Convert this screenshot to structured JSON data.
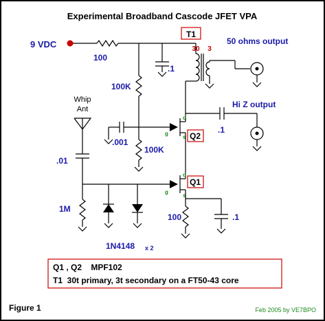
{
  "title": "Experimental Broadband Cascode JFET VPA",
  "supply_label": "9 VDC",
  "components": {
    "r_supply": "100",
    "c_decouple": ".1",
    "r_bias_top": "100K",
    "r_bias_bottom": "100K",
    "c_bias": ".001",
    "c_input": ".01",
    "r_input": "1M",
    "diodes": "1N4148",
    "diode_count": "x 2",
    "r_source": "100",
    "c_source": ".1",
    "c_output": ".1"
  },
  "transformer": {
    "label": "T1",
    "primary_turns": "30",
    "secondary_turns": "3"
  },
  "transistors": {
    "upper": "Q2",
    "lower": "Q1",
    "pin_d": "d",
    "pin_g": "g",
    "pin_s": "s"
  },
  "antenna": {
    "line1": "Whip",
    "line2": "Ant"
  },
  "outputs": {
    "fifty_ohm": "50 ohms output",
    "hi_z": "Hi Z output"
  },
  "notes": {
    "line1": "Q1 , Q2    MPF102",
    "line2": "T1  30t primary, 3t secondary on a FT50-43 core"
  },
  "figure_label": "Figure 1",
  "credit": "Feb 2005 by VE7BPO",
  "colors": {
    "label_blue": "#1a1aa8",
    "accent_red": "#cc0000",
    "pin_green": "#1a8a1a"
  }
}
